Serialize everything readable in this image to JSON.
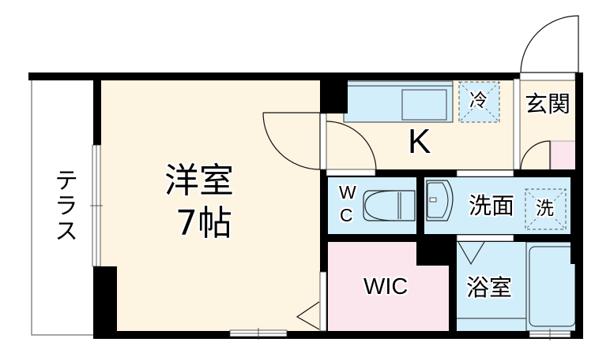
{
  "colors": {
    "wall": "#000000",
    "western_room": "#fdf4e1",
    "wet_area": "#d2eefb",
    "wic": "#fbe6ee",
    "background": "#ffffff"
  },
  "rooms": {
    "terrace": {
      "label": "テラス"
    },
    "western": {
      "label": "洋室",
      "size": "7帖"
    },
    "kitchen": {
      "label": "K"
    },
    "refrigerator": {
      "label": "冷"
    },
    "entrance": {
      "label": "玄関"
    },
    "wc": {
      "label_line1": "W",
      "label_line2": "C"
    },
    "washroom": {
      "label": "洗面"
    },
    "washer": {
      "label": "洗"
    },
    "wic": {
      "label": "WIC"
    },
    "bathroom": {
      "label": "浴室"
    }
  }
}
